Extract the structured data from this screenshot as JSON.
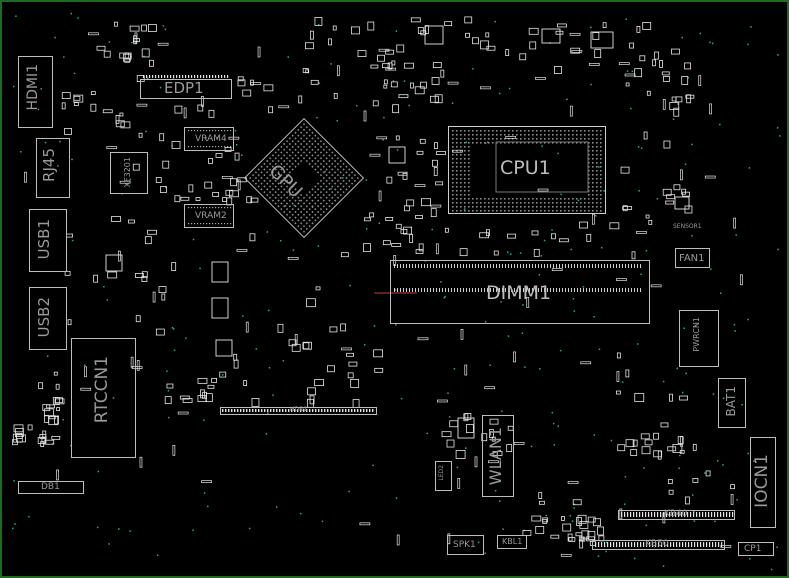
{
  "components": {
    "hdmi": "HDMI1",
    "edp": "EDP1",
    "rj45": "RJ45",
    "usb1": "USB1",
    "usb2": "USB2",
    "rtccn": "RTCCN1",
    "db": "DB1",
    "vram4": "VRAM4",
    "vram2": "VRAM2",
    "xf": "XF3201",
    "gpu": "GPU",
    "cpu": "CPU1",
    "dimm": "DIMM1",
    "fan": "FAN1",
    "pwrcn": "PWRCN1",
    "bat": "BAT1",
    "iocn": "IOCN1",
    "wlan": "WLAN1",
    "kb40": "KB40",
    "kb50": "KB50",
    "spk": "SPK1",
    "kbl": "KBL1",
    "cp": "CP1",
    "led": "LED2",
    "sensor": "SENSOR1",
    "hdd": "HDD1"
  },
  "colors": {
    "background": "#000000",
    "outline": "#bdbdbd",
    "label": "#9a9a9a",
    "pad": "#e6e6e6",
    "via": "#2aa7a0",
    "border": "#1f6b1f"
  }
}
